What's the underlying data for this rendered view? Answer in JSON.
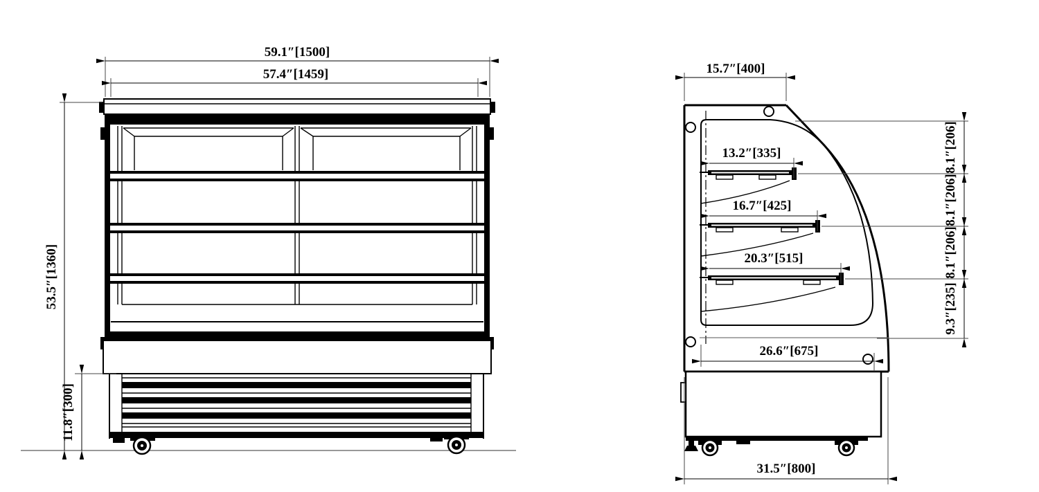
{
  "front_view": {
    "overall_width": "59.1″[1500]",
    "inner_width": "57.4″[1459]",
    "overall_height": "53.5″[1360]",
    "base_height": "11.8″[300]"
  },
  "side_view": {
    "top_depth": "15.7″[400]",
    "shelf_1_depth": "13.2″[335]",
    "shelf_2_depth": "16.7″[425]",
    "shelf_3_depth": "20.3″[515]",
    "deck_depth": "26.6″[675]",
    "overall_depth": "31.5″[800]",
    "shelf_spacing_top": "8.1″[206]",
    "shelf_spacing_mid": "8.1″[206]",
    "shelf_spacing_low": "8.1″[206]",
    "deck_spacing": "9.3″[235]"
  }
}
